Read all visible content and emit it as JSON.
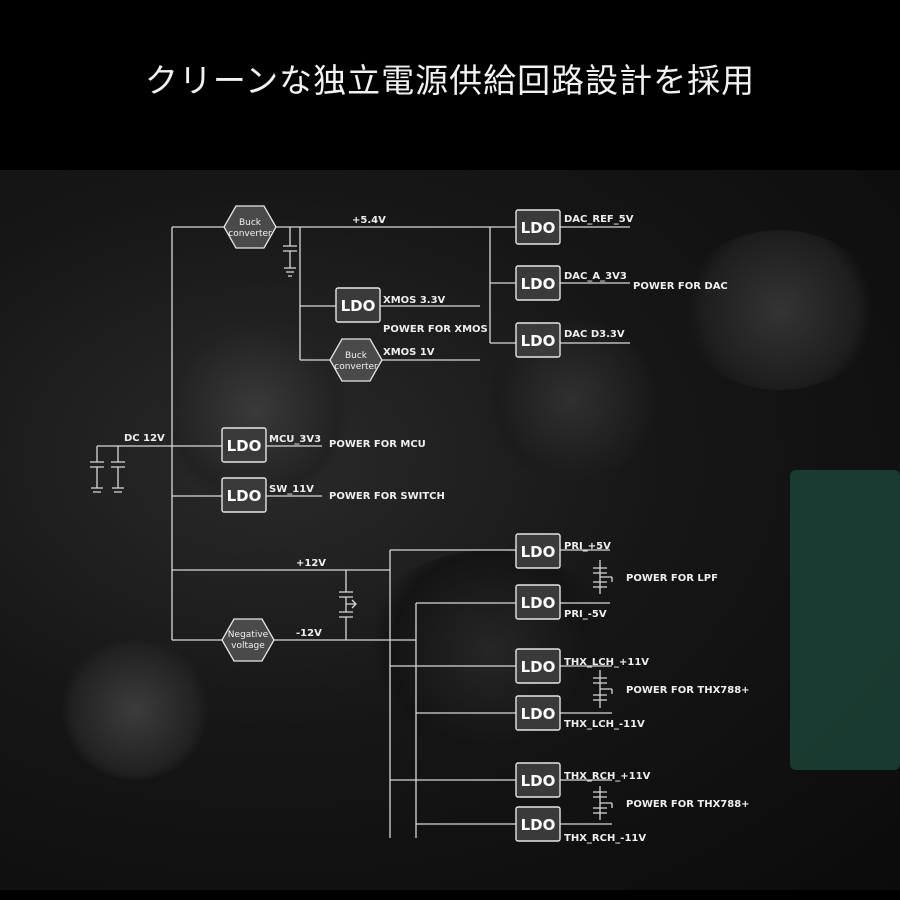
{
  "headline": "クリーンな独立電源供給回路設計を採用",
  "colors": {
    "background": "#000000",
    "board": "#1a1a1a",
    "line": "#d8d8d8",
    "box_fill": "#3a3a3a",
    "text": "#eeeeee",
    "green_component": "#1e4a3c"
  },
  "converters": {
    "buck_top": [
      "Buck",
      "converter"
    ],
    "buck_xmos": [
      "Buck",
      "converter"
    ],
    "negative": [
      "Negative",
      "voltage"
    ]
  },
  "ldo_label": "LDO",
  "rails": {
    "plus_5v4": "+5.4V",
    "dc_12v": "DC 12V",
    "plus_12v": "+12V",
    "minus_12v": "-12V"
  },
  "outputs": {
    "dac_ref": "DAC_REF_5V",
    "dac_a": "DAC_A_3V3",
    "dac_d": "DAC D3.3V",
    "xmos_33": "XMOS 3.3V",
    "xmos_1v": "XMOS 1V",
    "mcu": "MCU_3V3",
    "sw": "SW_11V",
    "pri_p": "PRI_+5V",
    "pri_n": "PRI_-5V",
    "thx_lch_p": "THX_LCH_+11V",
    "thx_lch_n": "THX_LCH_-11V",
    "thx_rch_p": "THX_RCH_+11V",
    "thx_rch_n": "THX_RCH_-11V"
  },
  "notes": {
    "power_dac": "POWER FOR DAC",
    "power_xmos": "POWER FOR XMOS",
    "power_mcu": "POWER FOR MCU",
    "power_switch": "POWER FOR SWITCH",
    "power_lpf": "POWER FOR LPF",
    "power_thx_1": "POWER FOR THX788+",
    "power_thx_2": "POWER FOR THX788+"
  }
}
